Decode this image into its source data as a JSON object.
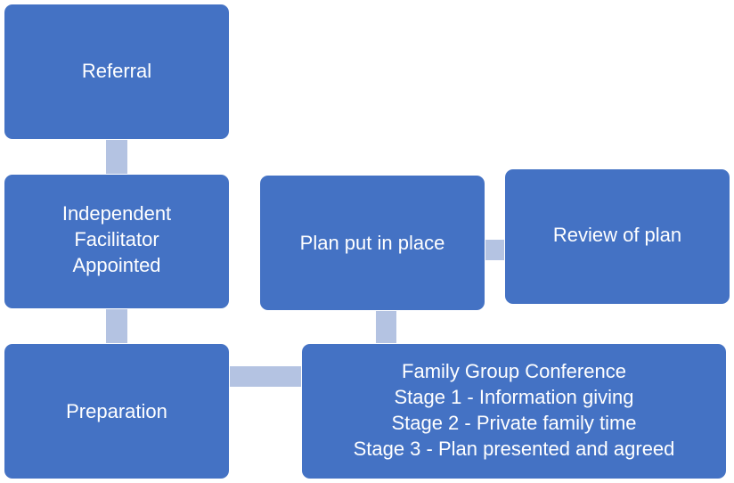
{
  "colors": {
    "box_fill": "#4472c4",
    "connector": "#b4c3e2",
    "text": "#ffffff",
    "background": "#ffffff"
  },
  "nodes": {
    "referral": {
      "lines": [
        "Referral"
      ]
    },
    "facilitator": {
      "lines": [
        "Independent",
        "Facilitator",
        "Appointed"
      ]
    },
    "preparation": {
      "lines": [
        "Preparation"
      ]
    },
    "conference": {
      "lines": [
        "Family Group Conference",
        "Stage 1 - Information giving",
        "Stage 2 - Private family time",
        "Stage 3 - Plan presented and agreed"
      ]
    },
    "plan": {
      "lines": [
        "Plan put in place"
      ]
    },
    "review": {
      "lines": [
        "Review of plan"
      ]
    }
  },
  "edges": [
    {
      "from": "referral",
      "to": "facilitator"
    },
    {
      "from": "facilitator",
      "to": "preparation"
    },
    {
      "from": "preparation",
      "to": "conference"
    },
    {
      "from": "conference",
      "to": "plan"
    },
    {
      "from": "plan",
      "to": "review"
    }
  ]
}
